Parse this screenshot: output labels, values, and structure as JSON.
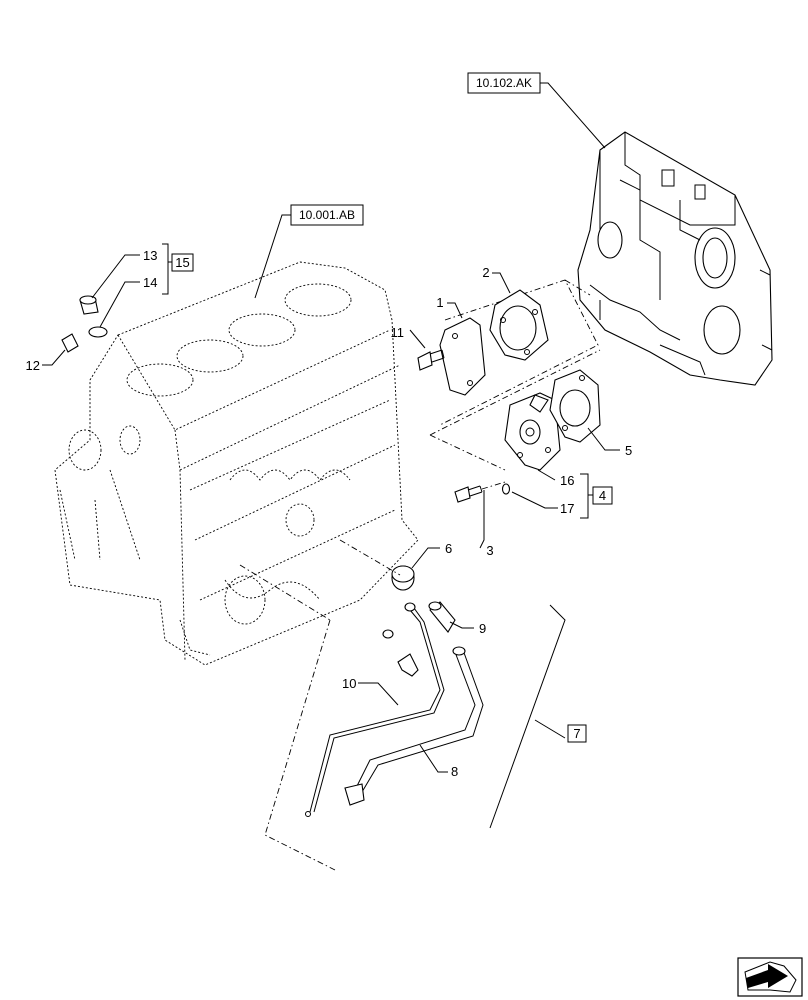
{
  "refs": {
    "front_cover": "10.102.AK",
    "engine_block": "10.001.AB"
  },
  "callouts": {
    "c1": "1",
    "c2": "2",
    "c3": "3",
    "c4": "4",
    "c5": "5",
    "c6": "6",
    "c7": "7",
    "c8": "8",
    "c9": "9",
    "c10": "10",
    "c11": "11",
    "c12": "12",
    "c13": "13",
    "c14": "14",
    "c15": "15",
    "c16": "16",
    "c17": "17"
  },
  "icons": {
    "nav": "next-page-arrow-icon"
  }
}
